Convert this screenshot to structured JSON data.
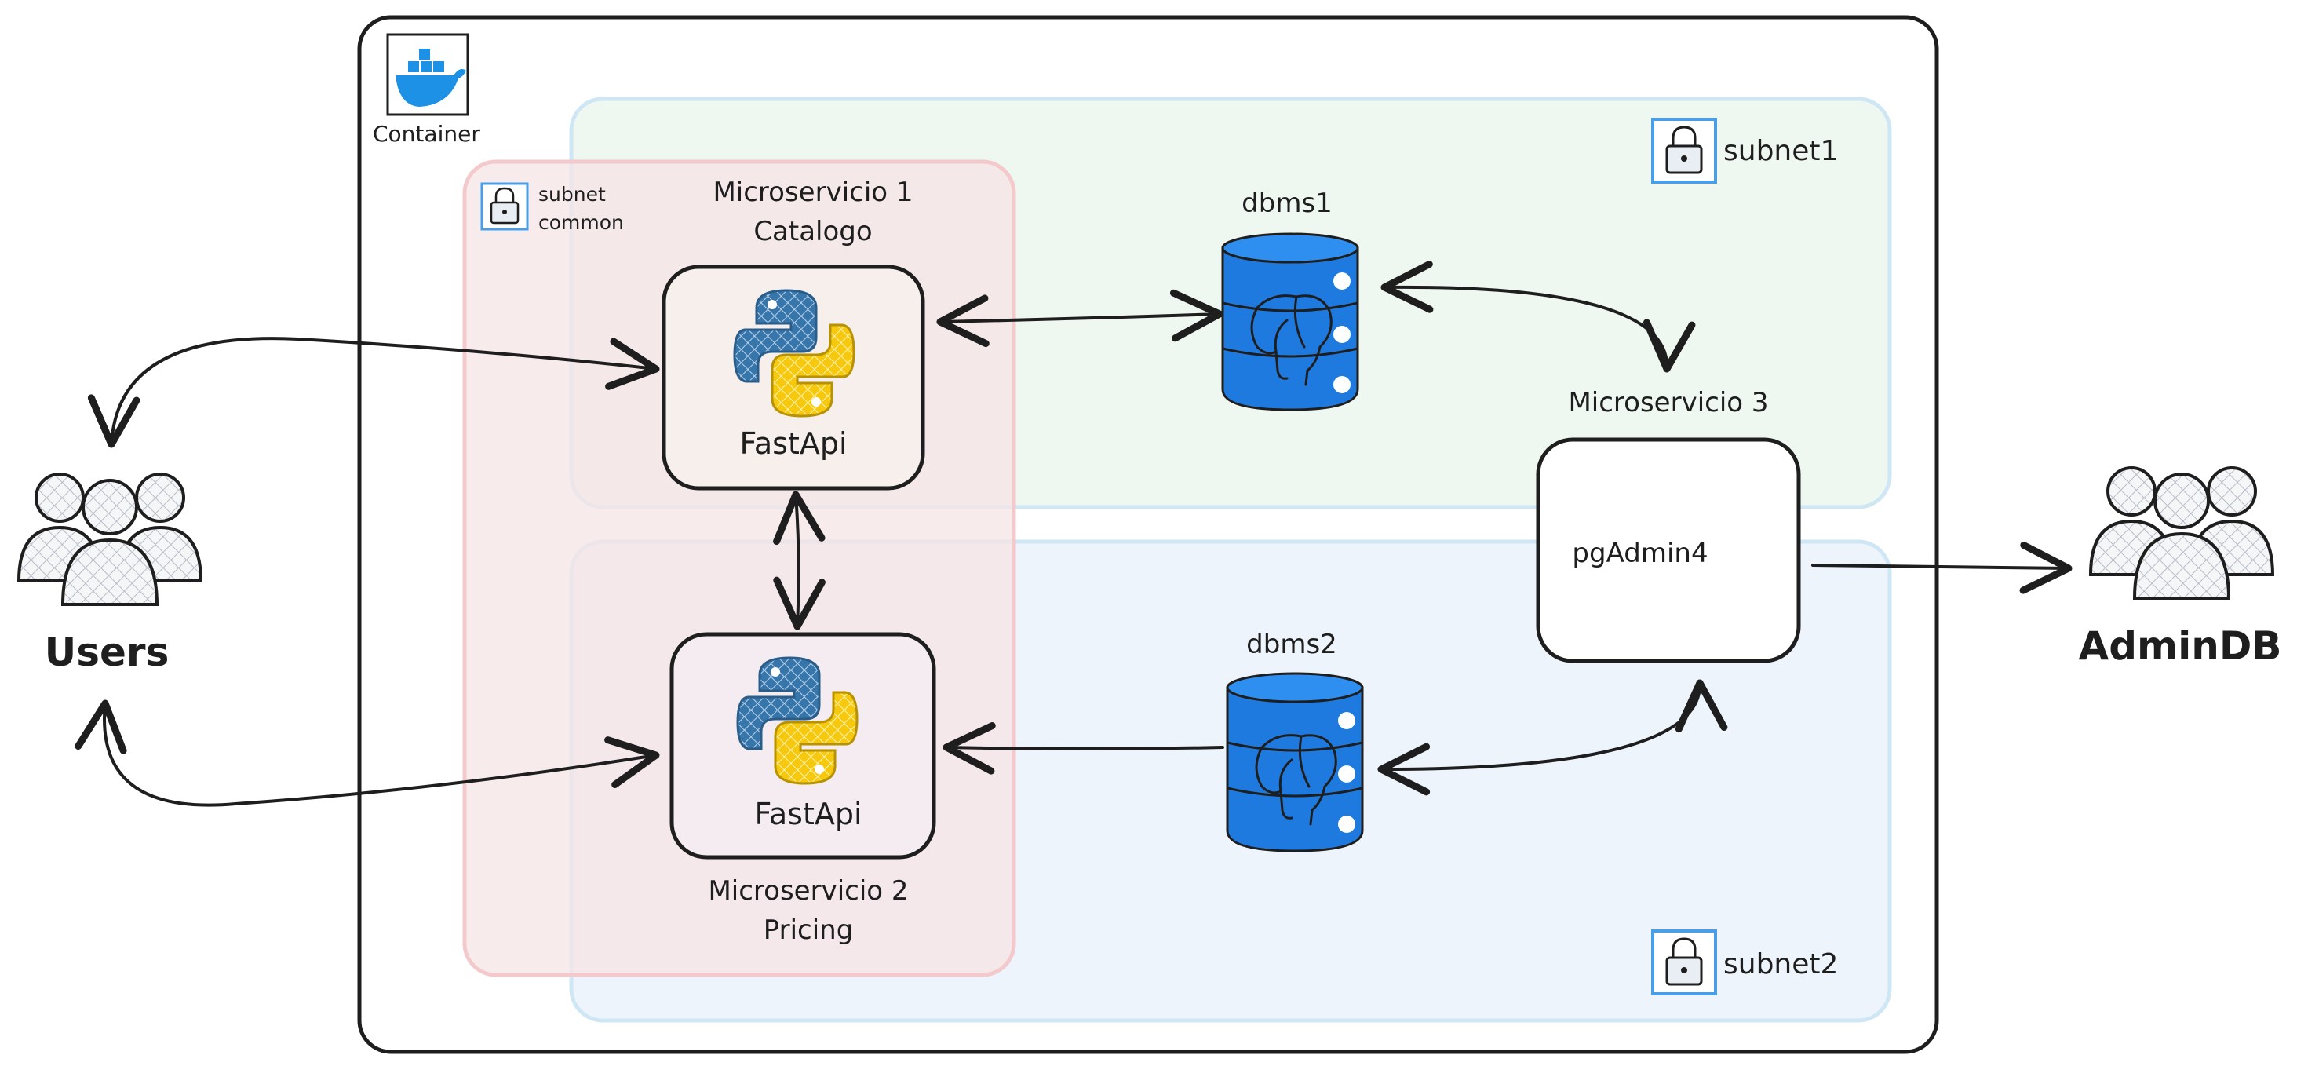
{
  "container": {
    "label": "Container",
    "icon": "docker-whale-icon"
  },
  "subnets": {
    "subnet1": {
      "label": "subnet1",
      "color": "#e9f6ec",
      "border": "#cfe8f7"
    },
    "subnet2": {
      "label": "subnet2",
      "color": "#eaf2fb",
      "border": "#cfe8f7"
    },
    "subnet_common": {
      "label_line1": "subnet",
      "label_line2": "common",
      "color": "#f6e6e6",
      "border": "#f4c7c7"
    }
  },
  "services": {
    "ms1": {
      "title_line1": "Microservicio 1",
      "title_line2": "Catalogo",
      "tech": "FastApi"
    },
    "ms2": {
      "title_line1": "Microservicio 2",
      "title_line2": "Pricing",
      "tech": "FastApi"
    },
    "ms3": {
      "title": "Microservicio 3",
      "tech": "pgAdmin4"
    }
  },
  "databases": {
    "dbms1": {
      "label": "dbms1",
      "color": "#1f7ae0"
    },
    "dbms2": {
      "label": "dbms2",
      "color": "#1f7ae0"
    }
  },
  "actors": {
    "users": {
      "label": "Users"
    },
    "admin": {
      "label": "AdminDB"
    }
  },
  "colors": {
    "stroke": "#1e1e1e",
    "python_blue": "#3776ab",
    "python_yellow": "#f6c90e",
    "lock_border": "#4a9ee6"
  }
}
